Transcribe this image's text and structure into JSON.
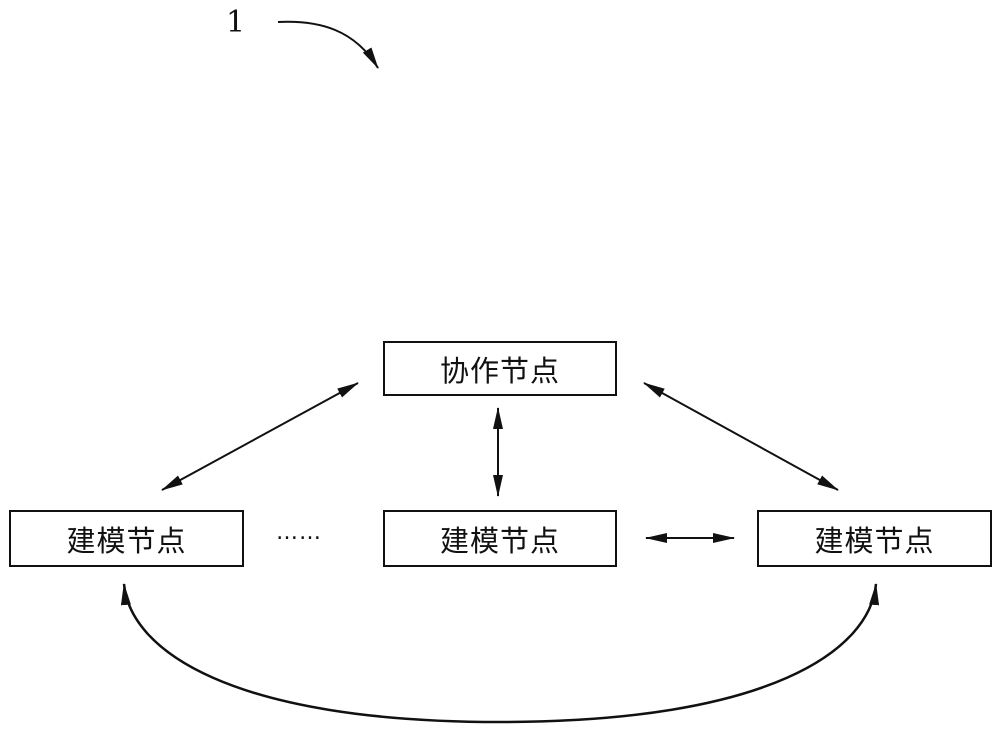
{
  "figure": {
    "reference_numeral": "1",
    "ellipsis": "……",
    "nodes": {
      "coordinator": "协作节点",
      "modeling_left": "建模节点",
      "modeling_middle": "建模节点",
      "modeling_right": "建模节点"
    },
    "connections": [
      {
        "from": "coordinator",
        "to": "modeling_left",
        "type": "bidirectional"
      },
      {
        "from": "coordinator",
        "to": "modeling_middle",
        "type": "bidirectional"
      },
      {
        "from": "coordinator",
        "to": "modeling_right",
        "type": "bidirectional"
      },
      {
        "from": "modeling_middle",
        "to": "modeling_right",
        "type": "bidirectional"
      },
      {
        "from": "modeling_left",
        "to": "modeling_right",
        "type": "bidirectional-curved"
      }
    ],
    "stroke_color": "#111111"
  }
}
